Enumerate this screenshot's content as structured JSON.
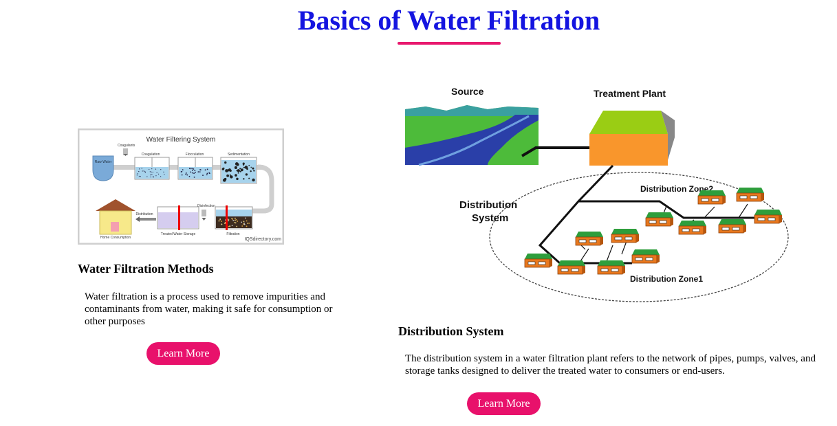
{
  "header": {
    "title": "Basics of Water Filtration"
  },
  "colors": {
    "title": "#1414e0",
    "accent": "#e8116b"
  },
  "cards": [
    {
      "heading": "Water Filtration Methods",
      "text": "Water filtration is a process used to remove impurities and contaminants from water, making it safe for consumption or other purposes",
      "button": "Learn More",
      "diagram": {
        "title": "Water Filtering System",
        "labels": {
          "coagulants": "Coagulants",
          "raw_water": "Raw Water",
          "coagulation": "Coagulation",
          "flocculation": "Flocculation",
          "sedimentation": "Sedimentation",
          "distribution": "Distribution",
          "disinfection": "Disinfection",
          "home": "Home Consumption",
          "storage": "Treated Water Storage",
          "filtration": "Filtration",
          "credit": "IQSdirectory.com"
        }
      }
    },
    {
      "heading": "Distribution System",
      "text": "The distribution system in a water filtration plant refers to the network of pipes, pumps, valves, and storage tanks designed to deliver the treated water to consumers or end-users.",
      "button": "Learn More",
      "diagram": {
        "labels": {
          "source": "Source",
          "plant": "Treatment Plant",
          "system1": "Distribution",
          "system2": "System",
          "zone2": "Distribution Zone2",
          "zone1": "Distribution Zone1"
        }
      }
    }
  ]
}
